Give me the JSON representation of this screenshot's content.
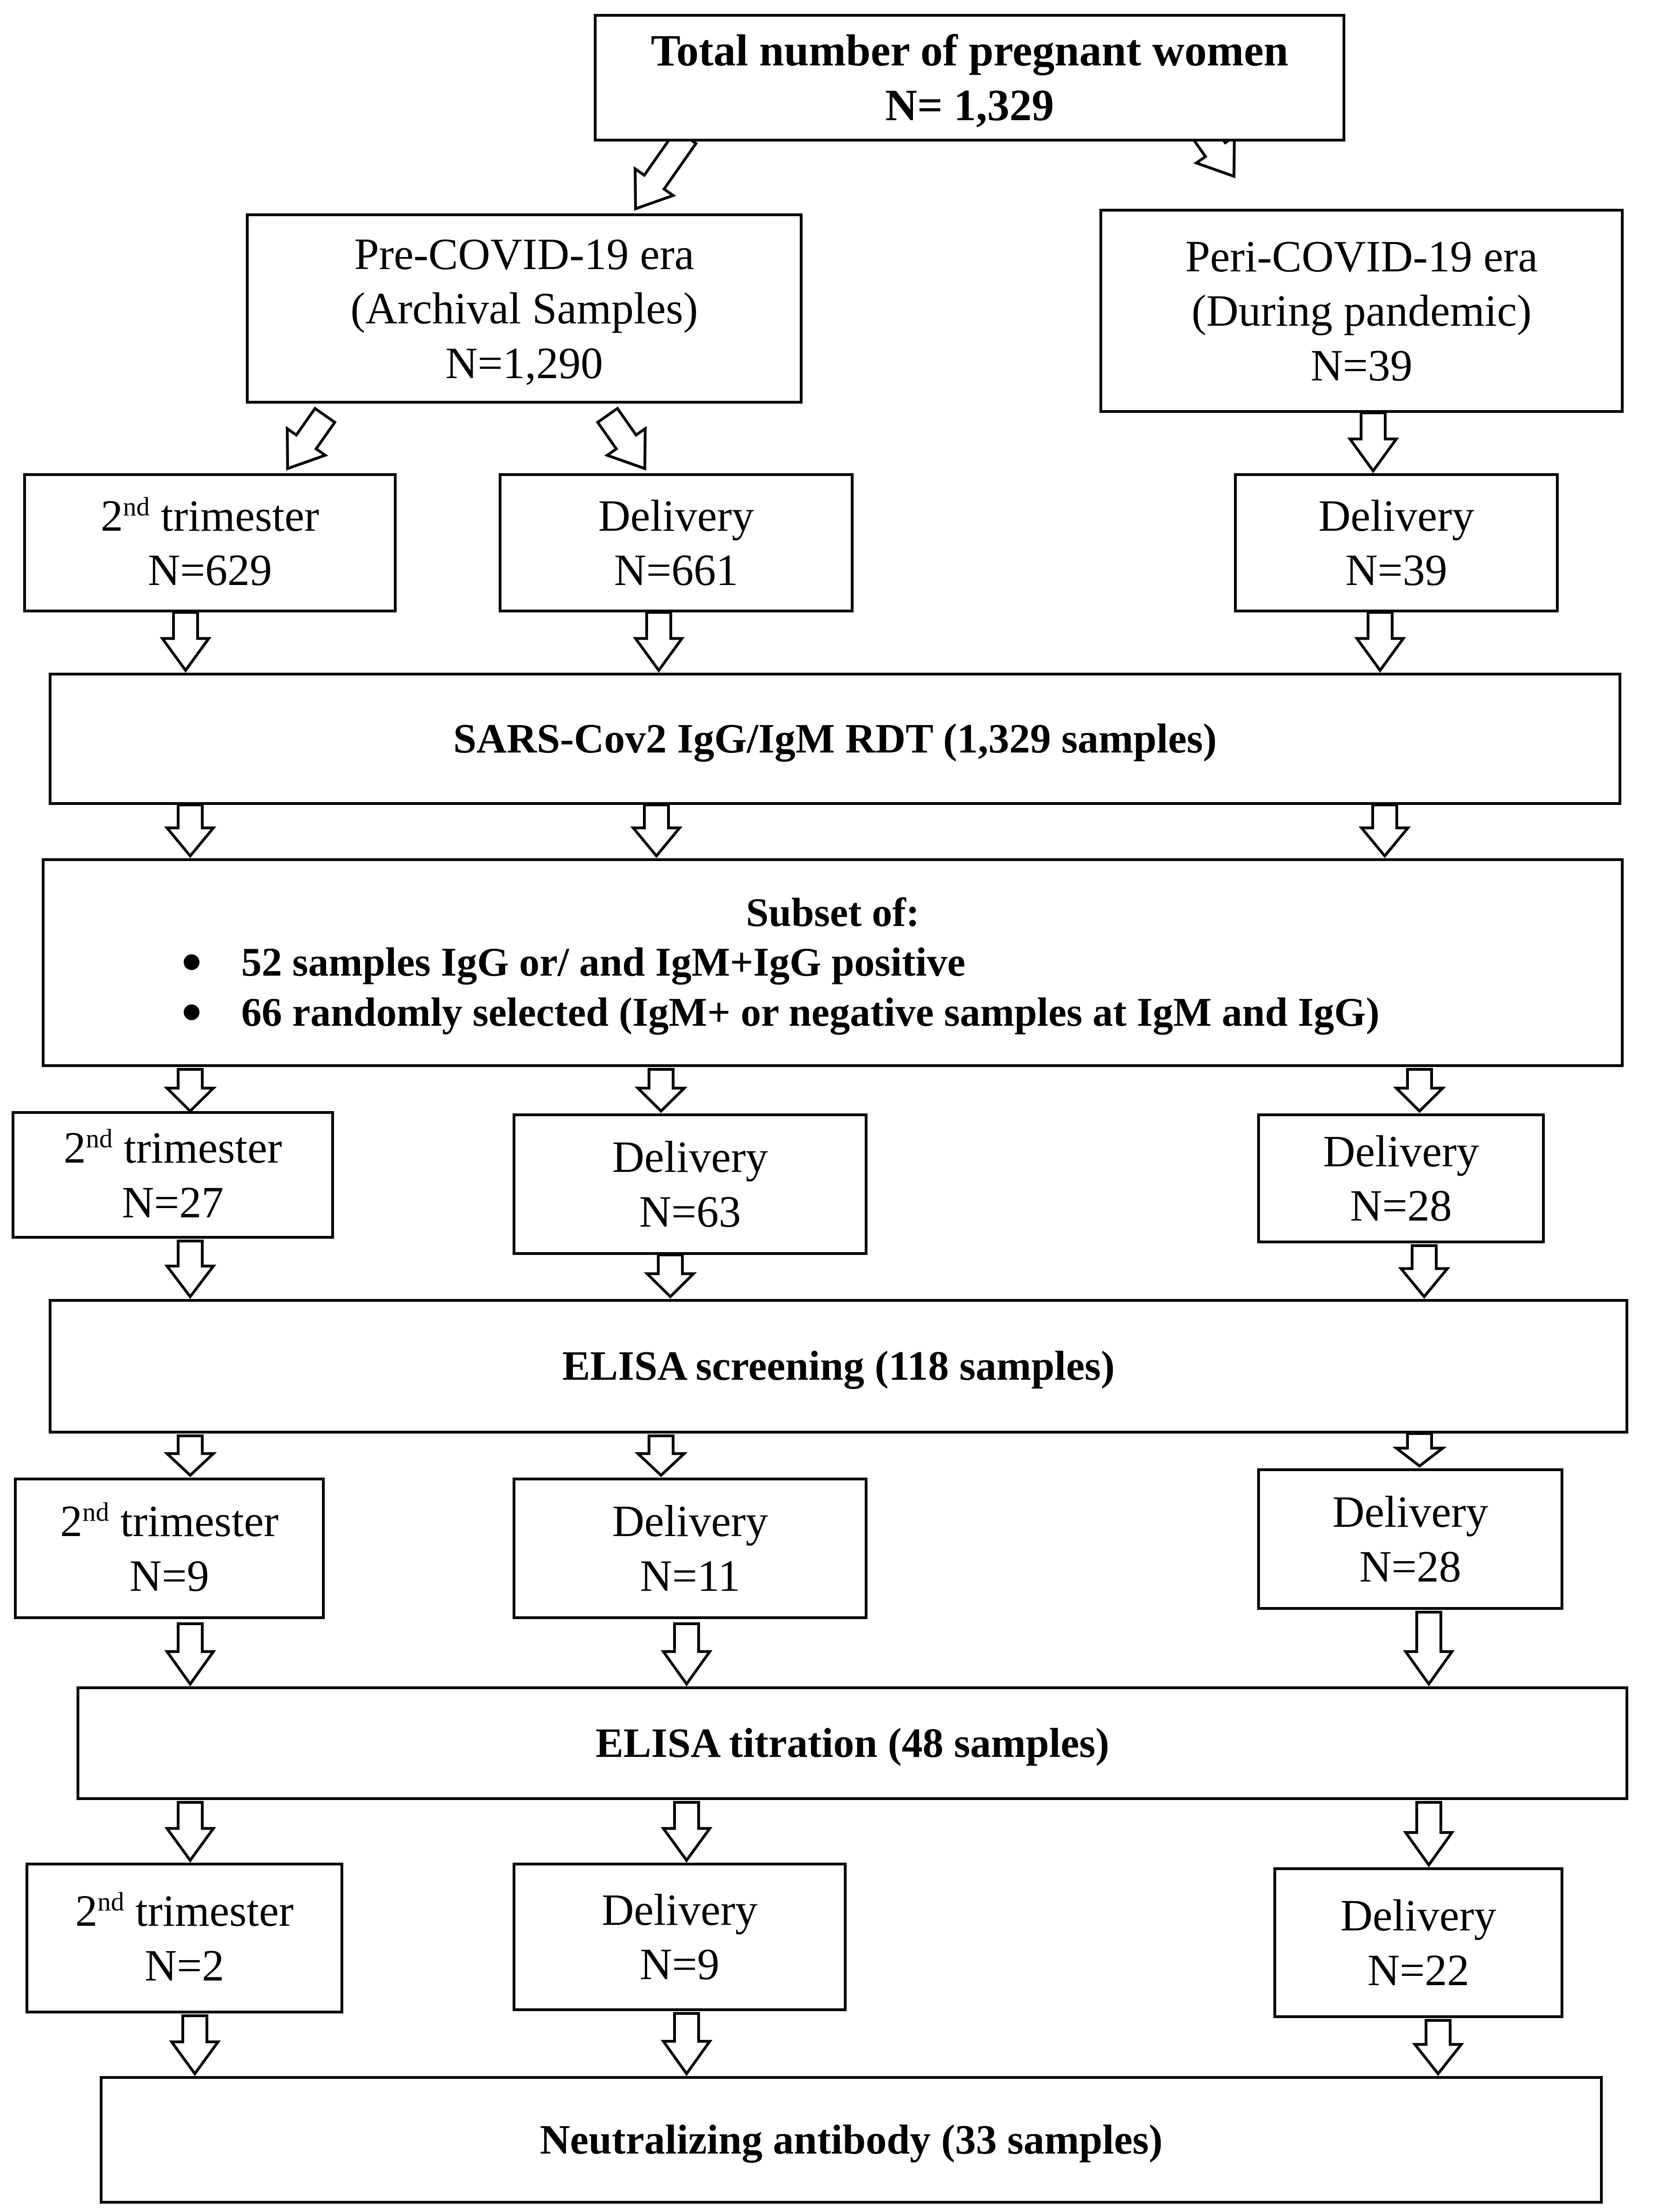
{
  "total": {
    "title": "Total number of pregnant women",
    "n": "N= 1,329"
  },
  "pre": {
    "line1": "Pre-COVID-19 era",
    "line2": "(Archival Samples)",
    "n": "N=1,290"
  },
  "peri": {
    "line1": "Peri-COVID-19 era",
    "line2": "(During pandemic)",
    "n": "N=39"
  },
  "labels": {
    "ordinal": "2",
    "ordinal_sup": "nd",
    "trimester": " trimester",
    "delivery": "Delivery"
  },
  "level1": {
    "tri_n": "N=629",
    "del_pre_n": "N=661",
    "del_peri_n": "N=39"
  },
  "rdt": {
    "label": "SARS-Cov2 IgG/IgM RDT (1,329 samples)"
  },
  "subset": {
    "title": "Subset of:",
    "items": [
      "52 samples IgG or/ and IgM+IgG positive",
      "66 randomly selected (IgM+ or negative samples at IgM and IgG)"
    ]
  },
  "level2": {
    "tri_n": "N=27",
    "del_pre_n": "N=63",
    "del_peri_n": "N=28"
  },
  "elisa_screening": {
    "label": "ELISA screening (118 samples)"
  },
  "level3": {
    "tri_n": "N=9",
    "del_pre_n": "N=11",
    "del_peri_n": "N=28"
  },
  "elisa_titration": {
    "label": "ELISA titration (48 samples)"
  },
  "level4": {
    "tri_n": "N=2",
    "del_pre_n": "N=9",
    "del_peri_n": "N=22"
  },
  "neutralizing": {
    "label": "Neutralizing antibody (33 samples)"
  }
}
